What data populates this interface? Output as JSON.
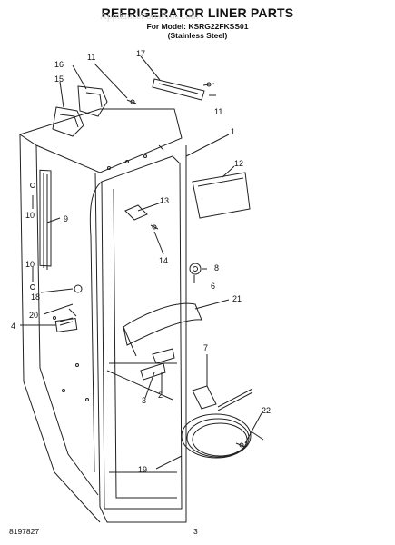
{
  "header": {
    "title": "REFRIGERATOR LINER PARTS",
    "model_line": "For Model: KSRG22FKSS01",
    "finish_line": "(Stainless Steel)"
  },
  "watermark": "AppliancePartsPros.com",
  "callouts": [
    {
      "id": "c16",
      "label": "16"
    },
    {
      "id": "c11a",
      "label": "11"
    },
    {
      "id": "c17",
      "label": "17"
    },
    {
      "id": "c15",
      "label": "15"
    },
    {
      "id": "c11b",
      "label": "11"
    },
    {
      "id": "c1",
      "label": "1"
    },
    {
      "id": "c12",
      "label": "12"
    },
    {
      "id": "c10a",
      "label": "10"
    },
    {
      "id": "c9",
      "label": "9"
    },
    {
      "id": "c13",
      "label": "13"
    },
    {
      "id": "c14",
      "label": "14"
    },
    {
      "id": "c8",
      "label": "8"
    },
    {
      "id": "c10b",
      "label": "10"
    },
    {
      "id": "c6",
      "label": "6"
    },
    {
      "id": "c18",
      "label": "18"
    },
    {
      "id": "c21",
      "label": "21"
    },
    {
      "id": "c20",
      "label": "20"
    },
    {
      "id": "c4",
      "label": "4"
    },
    {
      "id": "c7",
      "label": "7"
    },
    {
      "id": "c3",
      "label": "3"
    },
    {
      "id": "c2",
      "label": "2"
    },
    {
      "id": "c22",
      "label": "22"
    },
    {
      "id": "c19",
      "label": "19"
    }
  ],
  "footer": {
    "doc_number": "8197827",
    "page_number": "3"
  }
}
